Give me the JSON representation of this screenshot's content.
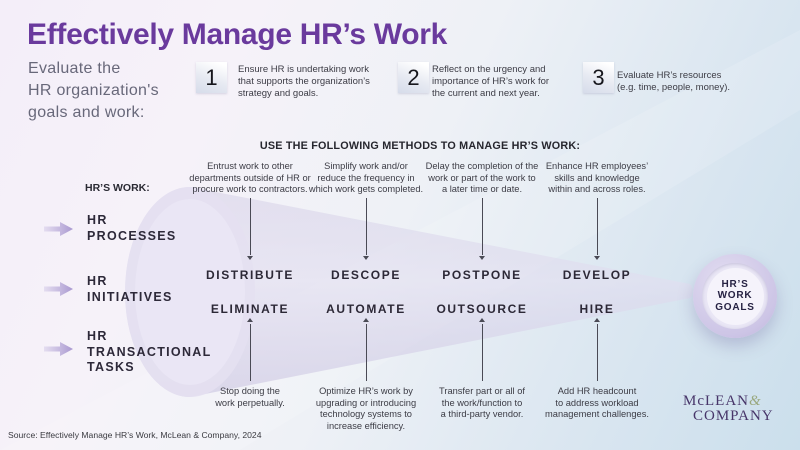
{
  "title": "Effectively Manage HR’s Work",
  "subtitle": "Evaluate the\nHR organization's\ngoals and work:",
  "steps": [
    {
      "number": "1",
      "text": "Ensure HR is undertaking work\nthat supports the organization’s\nstrategy and goals."
    },
    {
      "number": "2",
      "text": "Reflect on the urgency and\nimportance of HR’s work for\nthe current and next year."
    },
    {
      "number": "3",
      "text": "Evaluate HR’s resources\n(e.g. time, people, money)."
    }
  ],
  "methods_heading": "USE THE FOLLOWING METHODS TO MANAGE HR’S WORK:",
  "hr_work": {
    "label": "HR’S WORK:",
    "items": [
      "HR\nPROCESSES",
      "HR\nINITIATIVES",
      "HR\nTRANSACTIONAL\nTASKS"
    ]
  },
  "columns": [
    {
      "top_description": "Entrust work to other\ndepartments outside of HR or\nprocure work to contractors.",
      "top_label": "DISTRIBUTE",
      "bottom_label": "ELIMINATE",
      "bottom_description": "Stop doing the\nwork perpetually."
    },
    {
      "top_description": "Simplify work and/or\nreduce the frequency in\nwhich work gets completed.",
      "top_label": "DESCOPE",
      "bottom_label": "AUTOMATE",
      "bottom_description": "Optimize HR’s work by\nupgrading or introducing\ntechnology systems to\nincrease efficiency."
    },
    {
      "top_description": "Delay the completion of the\nwork or part of the work to\na later time or date.",
      "top_label": "POSTPONE",
      "bottom_label": "OUTSOURCE",
      "bottom_description": "Transfer part or all of\nthe work/function to\na third-party vendor."
    },
    {
      "top_description": "Enhance HR employees’\nskills and knowledge\nwithin and across roles.",
      "top_label": "DEVELOP",
      "bottom_label": "HIRE",
      "bottom_description": "Add HR headcount\nto address workload\nmanagement challenges."
    }
  ],
  "goal": {
    "label": "HR’S\nWORK\nGOALS"
  },
  "source": "Source: Effectively Manage HR’s Work, McLean & Company, 2024",
  "logo": {
    "line1": "McLEAN",
    "ampersand": "&",
    "line2": "COMPANY"
  },
  "colors": {
    "title_purple": "#6a3a9d",
    "arrow_purple": "#b0a1d5",
    "funnel_lavender": "#d7d3e8",
    "logo_purple": "#473569",
    "logo_amp_green": "#9aa87e",
    "background_blue": "#cbdfec",
    "background_lavender": "#f4eef9"
  }
}
